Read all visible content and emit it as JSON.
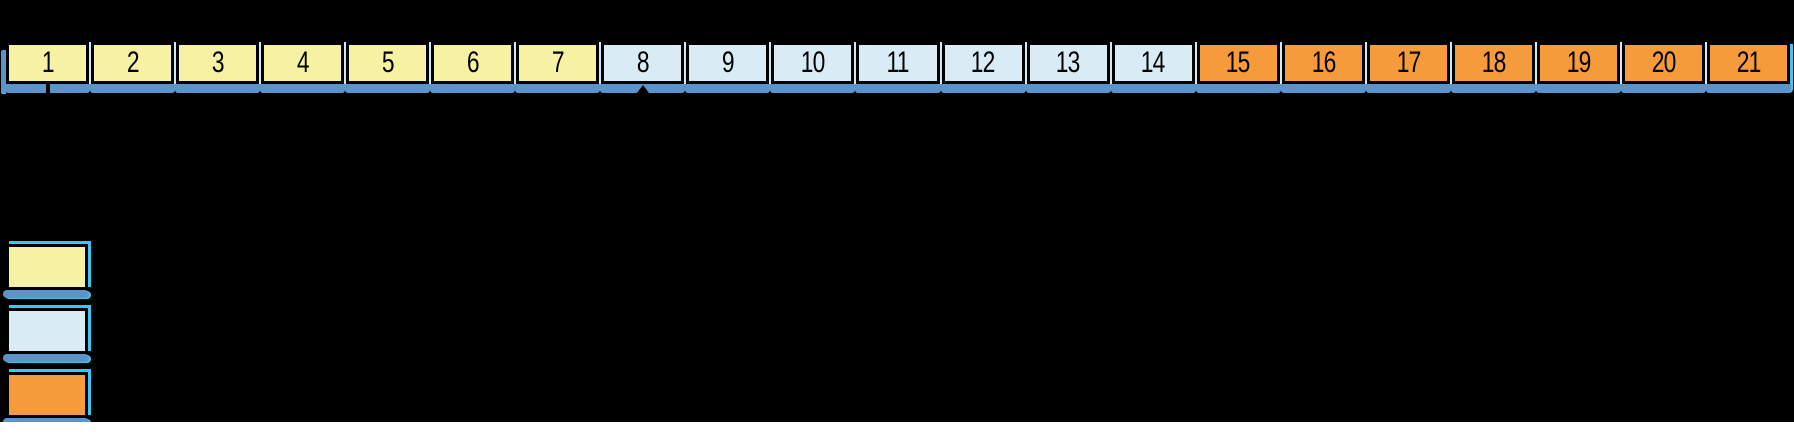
{
  "canvas": {
    "background": "#000000",
    "footer_strip_color": "#FFFFFF",
    "gap_line_color": "#CFE9F3"
  },
  "colors": {
    "g1": "#F7F1A3",
    "g2": "#D9ECF5",
    "g3": "#F59B3C",
    "bar": "#5B94CB",
    "accent": "#3FC5F0",
    "ink": "#000000"
  },
  "strip": {
    "cells": [
      {
        "label": "1",
        "group": "g1"
      },
      {
        "label": "2",
        "group": "g1"
      },
      {
        "label": "3",
        "group": "g1"
      },
      {
        "label": "4",
        "group": "g1"
      },
      {
        "label": "5",
        "group": "g1"
      },
      {
        "label": "6",
        "group": "g1"
      },
      {
        "label": "7",
        "group": "g1"
      },
      {
        "label": "8",
        "group": "g2"
      },
      {
        "label": "9",
        "group": "g2"
      },
      {
        "label": "10",
        "group": "g2"
      },
      {
        "label": "11",
        "group": "g2"
      },
      {
        "label": "12",
        "group": "g2"
      },
      {
        "label": "13",
        "group": "g2"
      },
      {
        "label": "14",
        "group": "g2"
      },
      {
        "label": "15",
        "group": "g3"
      },
      {
        "label": "16",
        "group": "g3"
      },
      {
        "label": "17",
        "group": "g3"
      },
      {
        "label": "18",
        "group": "g3"
      },
      {
        "label": "19",
        "group": "g3"
      },
      {
        "label": "20",
        "group": "g3"
      },
      {
        "label": "21",
        "group": "g3"
      }
    ]
  },
  "markers": {
    "caret_under_cell": "8",
    "break_under_cell": "1"
  },
  "legend": {
    "items": [
      {
        "id": "legend-swatch-group-1",
        "group": "g1"
      },
      {
        "id": "legend-swatch-group-2",
        "group": "g2"
      },
      {
        "id": "legend-swatch-group-3",
        "group": "g3"
      }
    ]
  }
}
